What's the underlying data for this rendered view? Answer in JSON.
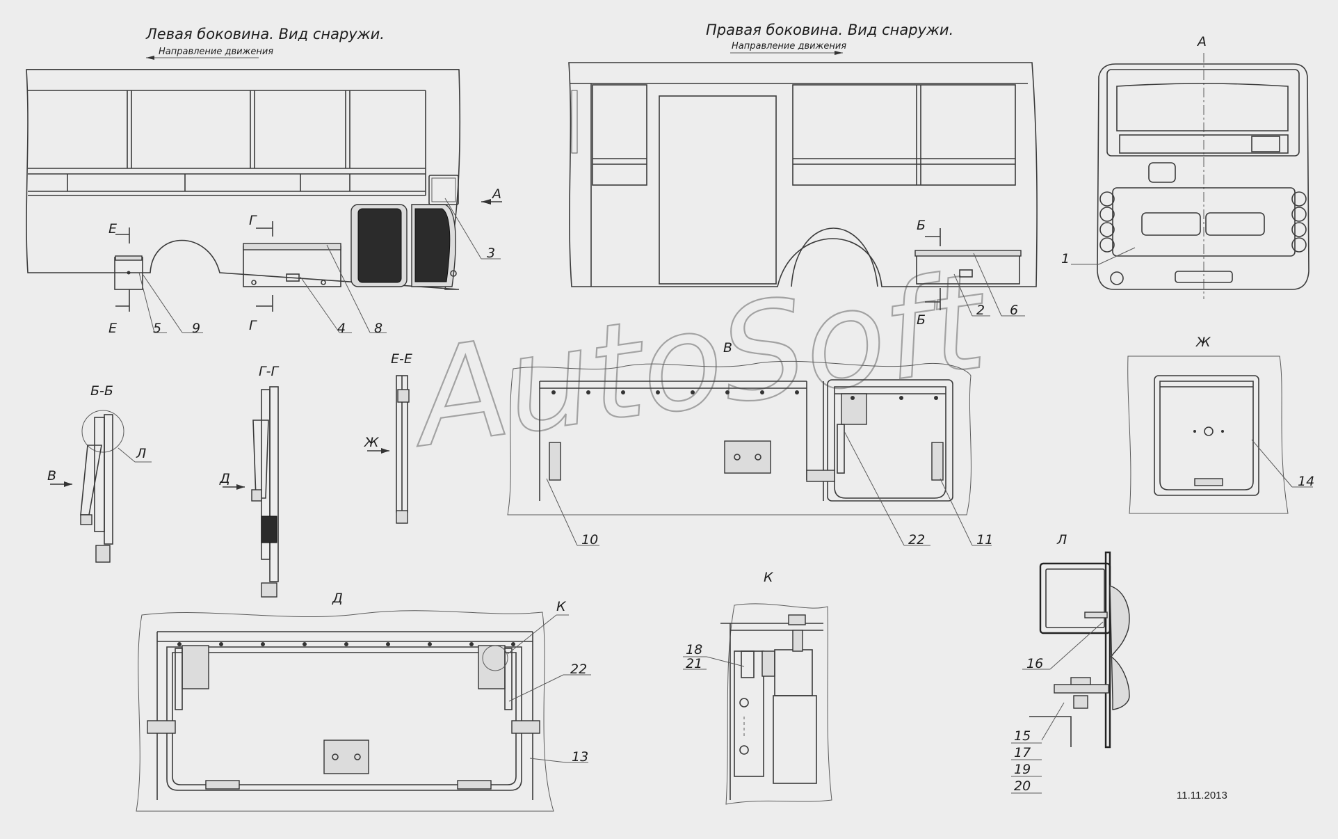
{
  "titles": {
    "left_side": "Левая боковина. Вид снаружи.",
    "right_side": "Правая боковина. Вид снаружи.",
    "direction": "Направление движения"
  },
  "view_labels": {
    "A": "А",
    "B": "В",
    "D": "Д",
    "K": "К",
    "Zh": "Ж",
    "L": "Л",
    "BB": "Б-Б",
    "GG": "Г-Г",
    "EE": "Е-Е",
    "E": "Е",
    "G": "Г",
    "B_cut": "Б",
    "V_arrow": "В",
    "D_arrow": "Д",
    "Zh_arrow": "Ж",
    "L_circle": "Л",
    "A_arrow": "А"
  },
  "callouts": [
    "1",
    "2",
    "3",
    "4",
    "5",
    "6",
    "8",
    "9",
    "10",
    "11",
    "13",
    "14",
    "15",
    "16",
    "17",
    "18",
    "19",
    "20",
    "21",
    "22"
  ],
  "watermark": "AutoSoft",
  "date": "11.11.2013"
}
